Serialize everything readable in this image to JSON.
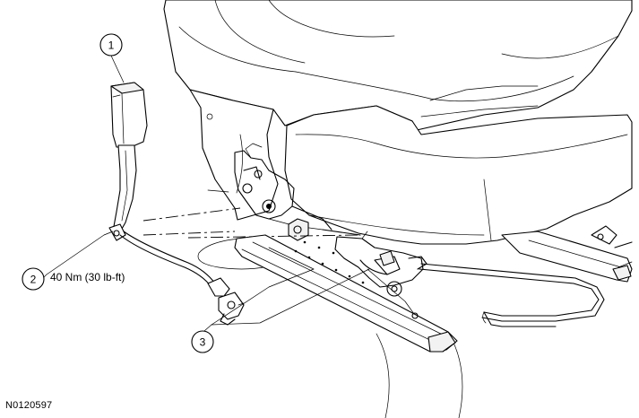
{
  "callouts": {
    "one": "1",
    "two": "2",
    "three": "3"
  },
  "torque_label": "40 Nm (30 lb-ft)",
  "figure_id": "N0120597"
}
